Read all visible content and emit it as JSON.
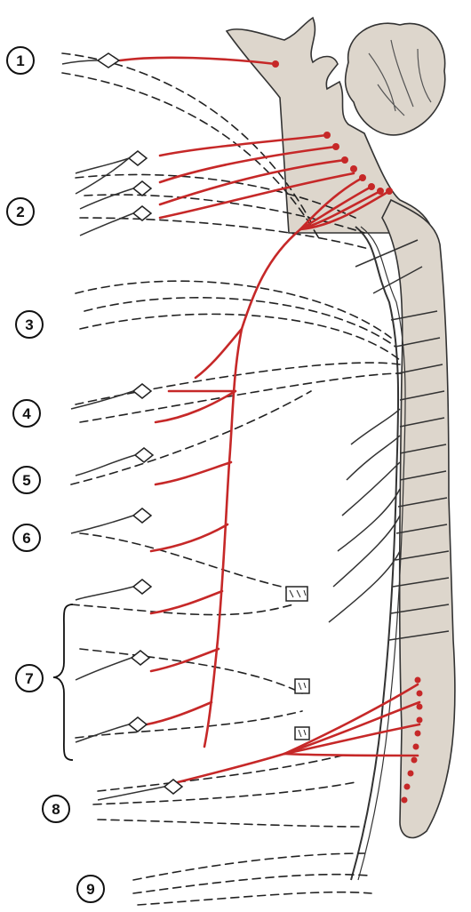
{
  "labels": [
    "1",
    "2",
    "3",
    "4",
    "5",
    "6",
    "7",
    "8",
    "9"
  ],
  "colors": {
    "parasympathetic": "#c62828",
    "cord_fill": "#ddd6cc",
    "ink": "#222222"
  }
}
